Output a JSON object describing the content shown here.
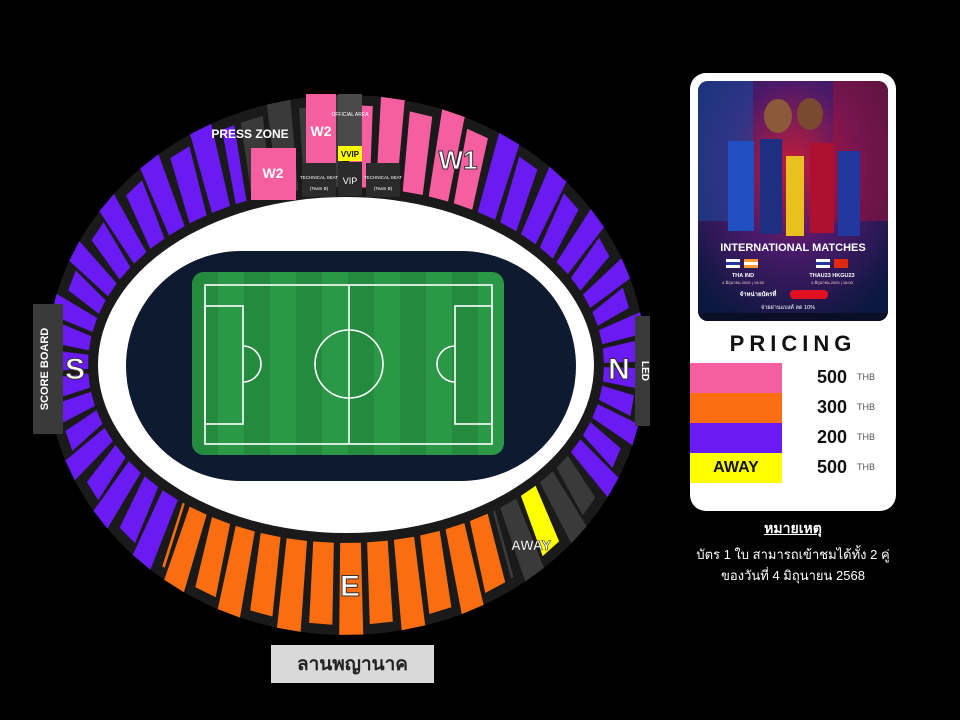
{
  "map": {
    "stands": {
      "west": "W1",
      "west2": "W2",
      "east": "E",
      "south": "S",
      "north": "N"
    },
    "press_zone": "PRESS ZONE",
    "official_area": "OFFICIAL AREA",
    "vvip": "VVIP",
    "vip": "VIP",
    "technical_seat": "TECHNICAL SEAT",
    "technical_seat_sub": "(Team B)",
    "scoreboard": "SCORE BOARD",
    "led": "LED",
    "away": "AWAY",
    "plaza": "ลานพญานาค"
  },
  "poster": {
    "title": "INTERNATIONAL MATCHES",
    "match1": "THA  IND",
    "match1_date": "4 มิถุนายน 2025 | 19:30",
    "match2": "THAU23  HKGU23",
    "match2_date": "4 มิถุนายน 2025 | 16:00",
    "buy_label": "จำหน่ายบัตรที่",
    "discount_label": "จ่ายผ่านแบงค์ ลด 10%"
  },
  "pricing": {
    "title": "PRICING",
    "currency": "THB",
    "rows": [
      {
        "label": "",
        "price": "500",
        "color": "#f55fa0"
      },
      {
        "label": "",
        "price": "300",
        "color": "#fa6e11"
      },
      {
        "label": "",
        "price": "200",
        "color": "#6a1af2"
      },
      {
        "label": "AWAY",
        "price": "500",
        "color": "#ffff00"
      }
    ]
  },
  "note": {
    "title": "หมายเหตุ",
    "line1": "บัตร 1 ใบ สามารถเข้าชมได้ทั้ง 2 คู่",
    "line2": "ของวันที่ 4 มิถุนายน 2568"
  },
  "colors": {
    "pink": "#f55fa0",
    "orange": "#fa6e11",
    "purple": "#6a1af2",
    "away": "#ffff00",
    "gray": "#3a3a3a"
  }
}
